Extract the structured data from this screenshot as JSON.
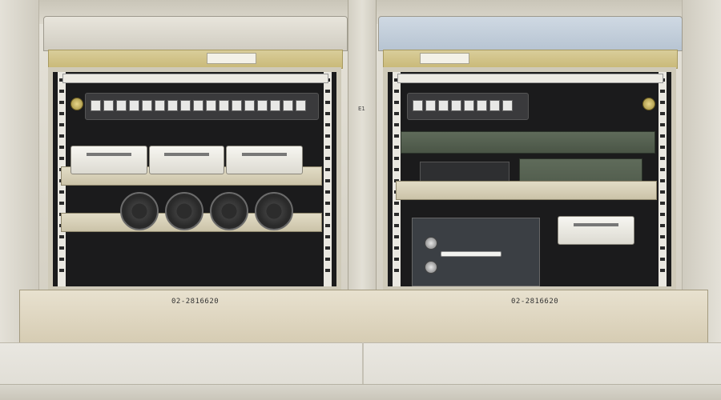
{
  "racks": [
    {
      "id": "left",
      "tag": "02-2816620",
      "lid_color": "#dedbd1",
      "accent": "#b5cbd9"
    },
    {
      "id": "right",
      "tag": "02-2816620",
      "lid_color": "#c7d3df",
      "accent": "#aac0d4"
    }
  ],
  "center_mark": "E1"
}
